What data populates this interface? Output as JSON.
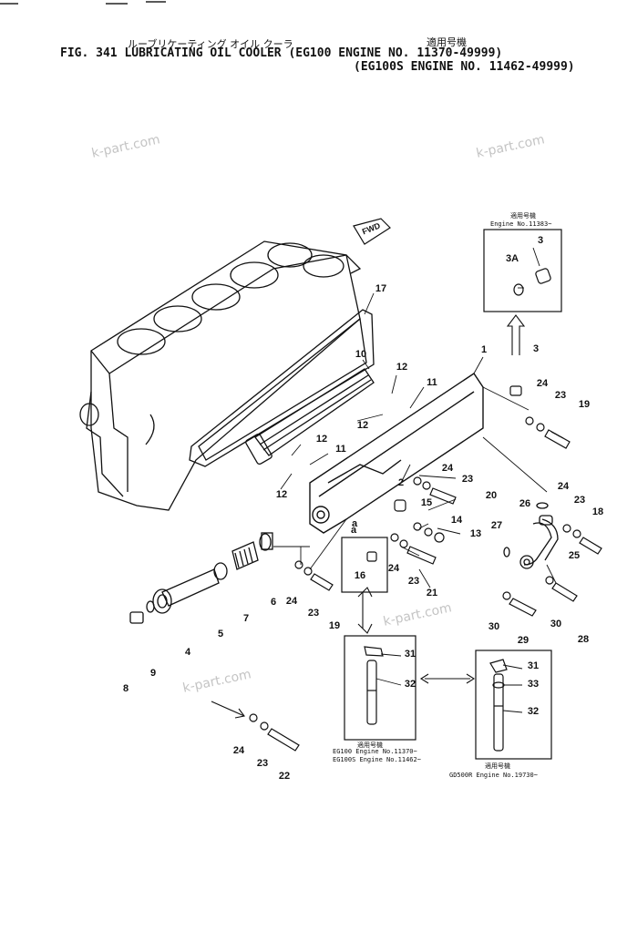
{
  "header": {
    "japanese_title": "ルーブリケーティング オイル クーラ",
    "applicability_jp": "適用号機",
    "fig_line": "FIG. 341  LUBRICATING OIL COOLER (EG100   ENGINE NO. 11370-49999)",
    "fig_line2": "(EG100S ENGINE NO. 11462-49999)"
  },
  "watermarks": [
    "k-part.com",
    "k-part.com",
    "k-part.com",
    "k-part.com"
  ],
  "insets": {
    "top_right": {
      "applicability_jp": "適用号機",
      "engine_note": "Engine No.11383~",
      "labels": [
        "3",
        "3A"
      ]
    },
    "bottom_middle": {
      "labels": [
        "16"
      ],
      "callout": "a"
    },
    "bottom_left_pipe": {
      "labels": [
        "31",
        "32"
      ],
      "applicability_jp": "適用号機",
      "note_line1": "EG100   Engine No.11370~",
      "note_line2": "EG100S Engine No.11462~"
    },
    "bottom_right_pipe": {
      "labels": [
        "31",
        "33",
        "32"
      ],
      "applicability_jp": "適用号機",
      "note": "GD500R Engine No.19730~"
    }
  },
  "fwd_label": "FWD",
  "part_callouts": {
    "c1": "1",
    "c2": "2",
    "c3": "3",
    "c4": "4",
    "c5": "5",
    "c6": "6",
    "c7": "7",
    "c8": "8",
    "c9": "9",
    "c10": "10",
    "c11a": "11",
    "c11b": "11",
    "c12a": "12",
    "c12b": "12",
    "c12c": "12",
    "c12d": "12",
    "c13": "13",
    "c14": "14",
    "c15": "15",
    "c17": "17",
    "c18": "18",
    "c19a": "19",
    "c19b": "19",
    "c20": "20",
    "c21": "21",
    "c22": "22",
    "c23a": "23",
    "c23b": "23",
    "c23c": "23",
    "c23d": "23",
    "c23e": "23",
    "c23f": "23",
    "c24a": "24",
    "c24b": "24",
    "c24c": "24",
    "c24d": "24",
    "c24e": "24",
    "c24f": "24",
    "c25": "25",
    "c26": "26",
    "c27": "27",
    "c28": "28",
    "c29": "29",
    "c30a": "30",
    "c30b": "30",
    "ca": "a",
    "ca2": "a"
  }
}
